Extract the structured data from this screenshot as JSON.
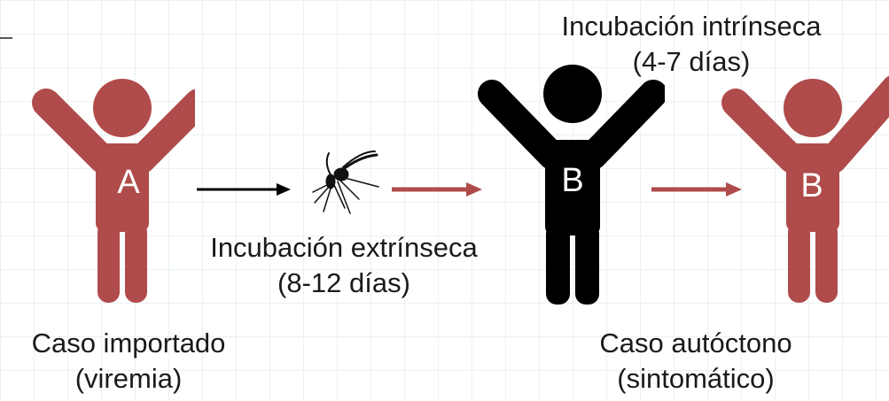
{
  "colors": {
    "infected": "#b04b4b",
    "incubating": "#000000",
    "arrow_black": "#000000",
    "arrow_red": "#b04b4b"
  },
  "figures": [
    {
      "letter": "A",
      "state": "infected"
    },
    {
      "letter": "B",
      "state": "incubating"
    },
    {
      "letter": "B",
      "state": "infected"
    }
  ],
  "labels": {
    "intrinsic_line1": "Incubación intrínseca",
    "intrinsic_line2": "(4-7 días)",
    "extrinsic_line1": "Incubación extrínseca",
    "extrinsic_line2": "(8-12 días)",
    "imported_line1": "Caso importado",
    "imported_line2": "(viremia)",
    "autochthonous_line1": "Caso autóctono",
    "autochthonous_line2": "(sintomático)"
  },
  "icons": {
    "vector": "mosquito-icon"
  }
}
